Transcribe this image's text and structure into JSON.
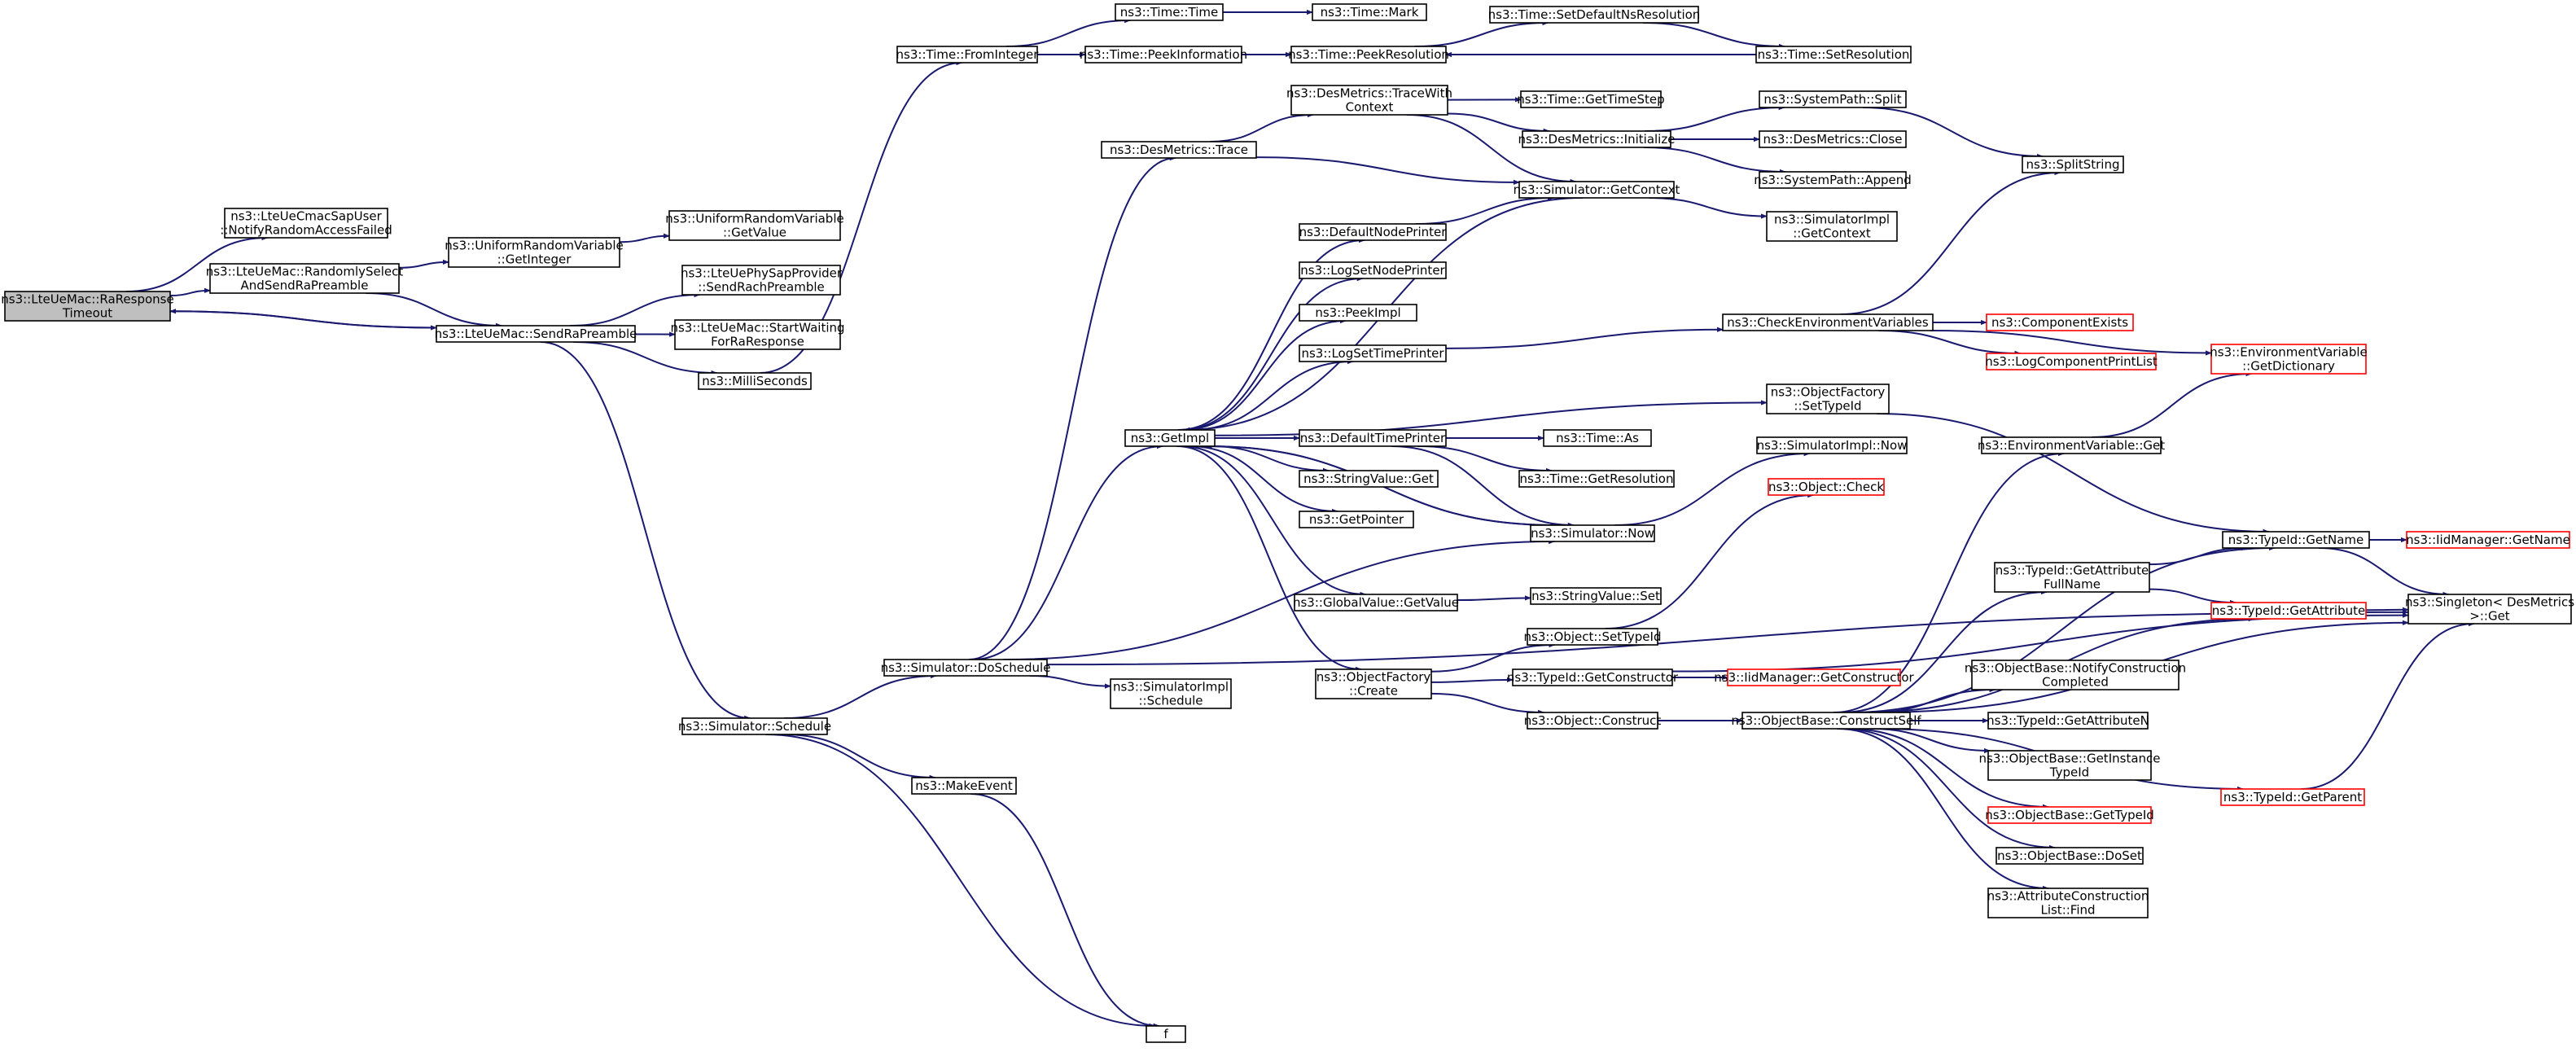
{
  "colors": {
    "edge": "#191970",
    "root_fill": "#bfbfbf",
    "incomplete_border": "#ff0000",
    "border": "#000000",
    "background": "#ffffff"
  },
  "nodes": {
    "root": [
      "ns3::LteUeMac::RaResponse",
      "Timeout"
    ],
    "notifyRA": [
      "ns3::LteUeCmacSapUser",
      "::NotifyRandomAccessFailed"
    ],
    "randomly": [
      "ns3::LteUeMac::RandomlySelect",
      "AndSendRaPreamble"
    ],
    "sendRa": [
      "ns3::LteUeMac::SendRaPreamble"
    ],
    "uniformInt": [
      "ns3::UniformRandomVariable",
      "::GetInteger"
    ],
    "uniformVal": [
      "ns3::UniformRandomVariable",
      "::GetValue"
    ],
    "phySap": [
      "ns3::LteUePhySapProvider",
      "::SendRachPreamble"
    ],
    "startWait": [
      "ns3::LteUeMac::StartWaiting",
      "ForRaResponse"
    ],
    "milli": [
      "ns3::MilliSeconds"
    ],
    "fromInt": [
      "ns3::Time::FromInteger"
    ],
    "timeTime": [
      "ns3::Time::Time"
    ],
    "timeMark": [
      "ns3::Time::Mark"
    ],
    "peekInfo": [
      "ns3::Time::PeekInformation"
    ],
    "peekRes": [
      "ns3::Time::PeekResolution"
    ],
    "setDefNs": [
      "ns3::Time::SetDefaultNsResolution"
    ],
    "setRes": [
      "ns3::Time::SetResolution"
    ],
    "dmTrace": [
      "ns3::DesMetrics::Trace"
    ],
    "dmTraceCtx": [
      "ns3::DesMetrics::TraceWith",
      "Context"
    ],
    "getTimeStep": [
      "ns3::Time::GetTimeStep"
    ],
    "dmInit": [
      "ns3::DesMetrics::Initialize"
    ],
    "spSplit": [
      "ns3::SystemPath::Split"
    ],
    "dmClose": [
      "ns3::DesMetrics::Close"
    ],
    "spAppend": [
      "ns3::SystemPath::Append"
    ],
    "splitString": [
      "ns3::SplitString"
    ],
    "simGetCtx": [
      "ns3::Simulator::GetContext"
    ],
    "simImplGetCtx": [
      "ns3::SimulatorImpl",
      "::GetContext"
    ],
    "defNodePr": [
      "ns3::DefaultNodePrinter"
    ],
    "logSetNodePr": [
      "ns3::LogSetNodePrinter"
    ],
    "peekImpl": [
      "ns3::PeekImpl"
    ],
    "logSetTimePr": [
      "ns3::LogSetTimePrinter"
    ],
    "checkEnv": [
      "ns3::CheckEnvironmentVariables"
    ],
    "compExists": [
      "ns3::ComponentExists"
    ],
    "logCompPrint": [
      "ns3::LogComponentPrintList"
    ],
    "envGetDict": [
      "ns3::EnvironmentVariable",
      "::GetDictionary"
    ],
    "getImpl": [
      "ns3::GetImpl"
    ],
    "objFacSetTid": [
      "ns3::ObjectFactory",
      "::SetTypeId"
    ],
    "defTimePr": [
      "ns3::DefaultTimePrinter"
    ],
    "timeAs": [
      "ns3::Time::As"
    ],
    "timeGetRes": [
      "ns3::Time::GetResolution"
    ],
    "strValGet": [
      "ns3::StringValue::Get"
    ],
    "getPointer": [
      "ns3::GetPointer"
    ],
    "simNow": [
      "ns3::Simulator::Now"
    ],
    "simImplNow": [
      "ns3::SimulatorImpl::Now"
    ],
    "objCheck": [
      "ns3::Object::Check"
    ],
    "envGet": [
      "ns3::EnvironmentVariable::Get"
    ],
    "tidGetName": [
      "ns3::TypeId::GetName"
    ],
    "iidGetName": [
      "ns3::IidManager::GetName"
    ],
    "singleton": [
      "ns3::Singleton< DesMetrics",
      " >::Get"
    ],
    "tidGetAttrFull": [
      "ns3::TypeId::GetAttribute",
      "FullName"
    ],
    "tidGetAttr": [
      "ns3::TypeId::GetAttribute"
    ],
    "globalGetVal": [
      "ns3::GlobalValue::GetValue"
    ],
    "strValSet": [
      "ns3::StringValue::Set"
    ],
    "objSetTid": [
      "ns3::Object::SetTypeId"
    ],
    "objFacCreate": [
      "ns3::ObjectFactory",
      "::Create"
    ],
    "tidGetCtor": [
      "ns3::TypeId::GetConstructor"
    ],
    "iidGetCtor": [
      "ns3::IidManager::GetConstructor"
    ],
    "objConstruct": [
      "ns3::Object::Construct"
    ],
    "obNotify": [
      "ns3::ObjectBase::NotifyConstruction",
      "Completed"
    ],
    "obConstructSelf": [
      "ns3::ObjectBase::ConstructSelf"
    ],
    "tidGetAttrN": [
      "ns3::TypeId::GetAttributeN"
    ],
    "obGetInstTid": [
      "ns3::ObjectBase::GetInstance",
      "TypeId"
    ],
    "obGetTid": [
      "ns3::ObjectBase::GetTypeId"
    ],
    "obDoSet": [
      "ns3::ObjectBase::DoSet"
    ],
    "attrConstrFind": [
      "ns3::AttributeConstruction",
      "List::Find"
    ],
    "tidGetParent": [
      "ns3::TypeId::GetParent"
    ],
    "simDoSchedule": [
      "ns3::Simulator::DoSchedule"
    ],
    "simImplSchedule": [
      "ns3::SimulatorImpl",
      "::Schedule"
    ],
    "simSchedule": [
      "ns3::Simulator::Schedule"
    ],
    "makeEvent": [
      "ns3::MakeEvent"
    ],
    "f": [
      "f"
    ]
  }
}
